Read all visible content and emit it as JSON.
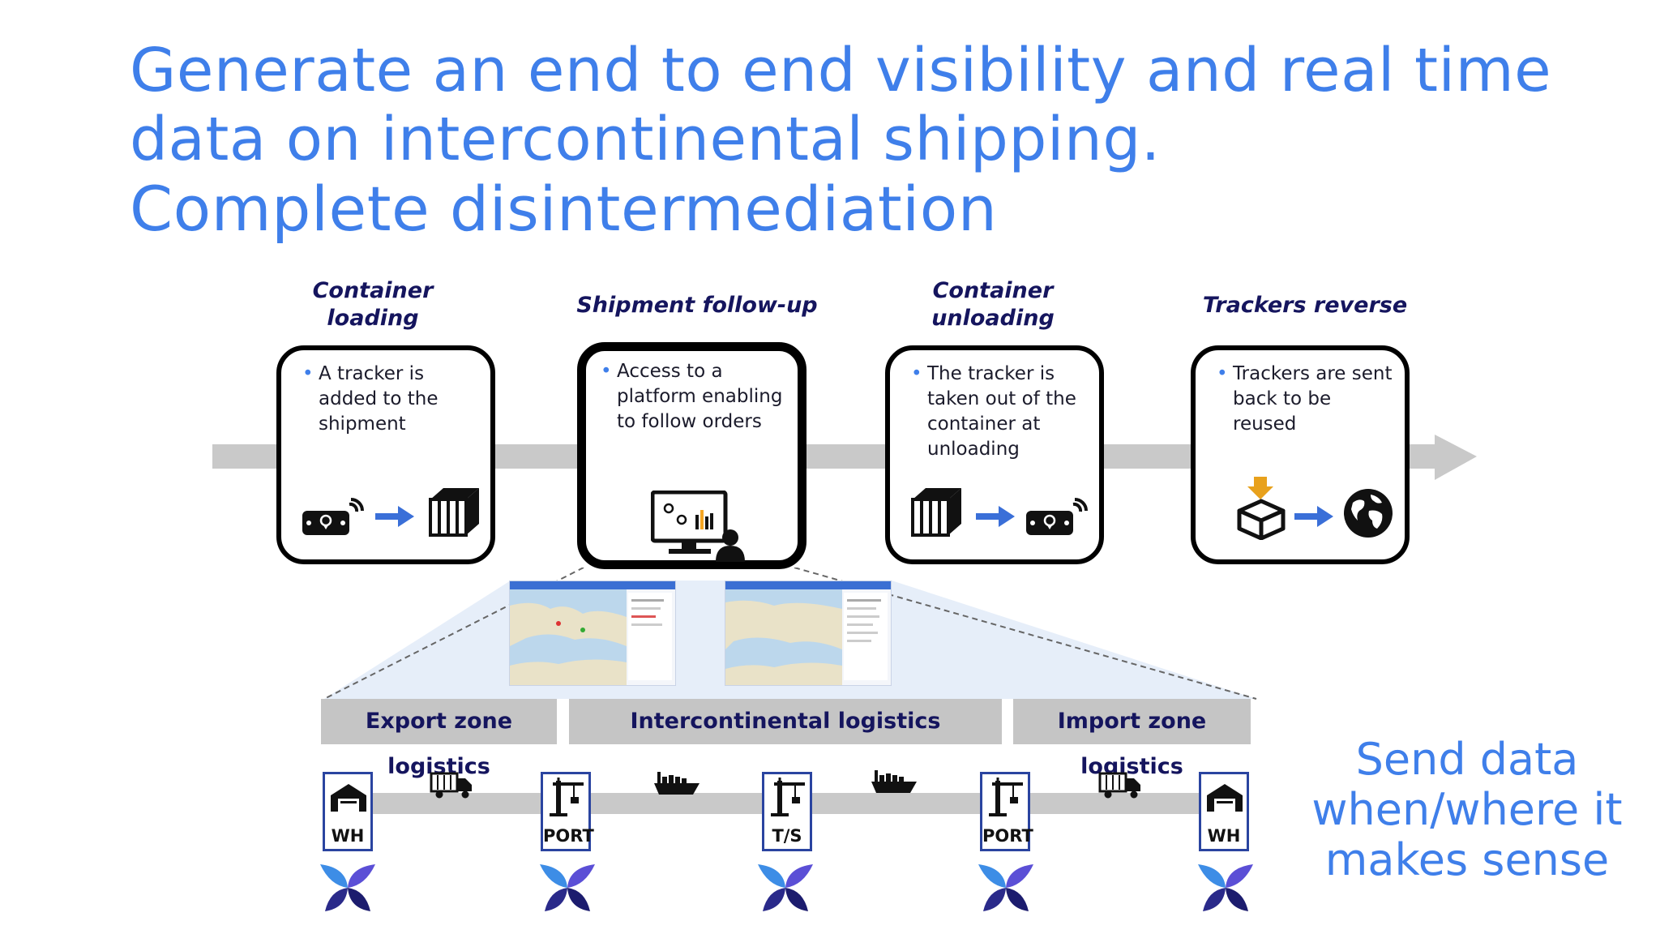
{
  "headline": {
    "line1": "Generate an end to end visibility and real time",
    "line2": "data on intercontinental shipping.",
    "line3": "Complete disintermediation"
  },
  "steps": [
    {
      "title_line1": "Container",
      "title_line2": "loading",
      "bullet": "•",
      "text": "A tracker is added to the shipment"
    },
    {
      "title_line1": "Shipment follow-up",
      "title_line2": "",
      "bullet": "•",
      "text": "Access to a platform enabling to follow orders"
    },
    {
      "title_line1": "Container",
      "title_line2": "unloading",
      "bullet": "•",
      "text": "The tracker is taken out of the container at unloading"
    },
    {
      "title_line1": "Trackers reverse",
      "title_line2": "",
      "bullet": "•",
      "text": "Trackers are sent back to be reused"
    }
  ],
  "zones": [
    "Export zone logistics",
    "Intercontinental logistics",
    "Import zone logistics"
  ],
  "nodes": [
    "WH",
    "PORT",
    "T/S",
    "PORT",
    "WH"
  ],
  "side_note": {
    "line1": "Send data",
    "line2": "when/where it",
    "line3": "makes sense"
  },
  "colors": {
    "accent": "#3f7fea",
    "navy": "#15155e",
    "band": "#c5c5c5",
    "node_border": "#2a44a0"
  },
  "icons": [
    "tracker-device-icon",
    "arrow-right-icon",
    "container-icon",
    "monitor-map-icon",
    "user-icon",
    "box-return-icon",
    "globe-icon",
    "truck-icon",
    "ship-icon",
    "warehouse-icon",
    "crane-icon",
    "brand-logo-icon"
  ]
}
